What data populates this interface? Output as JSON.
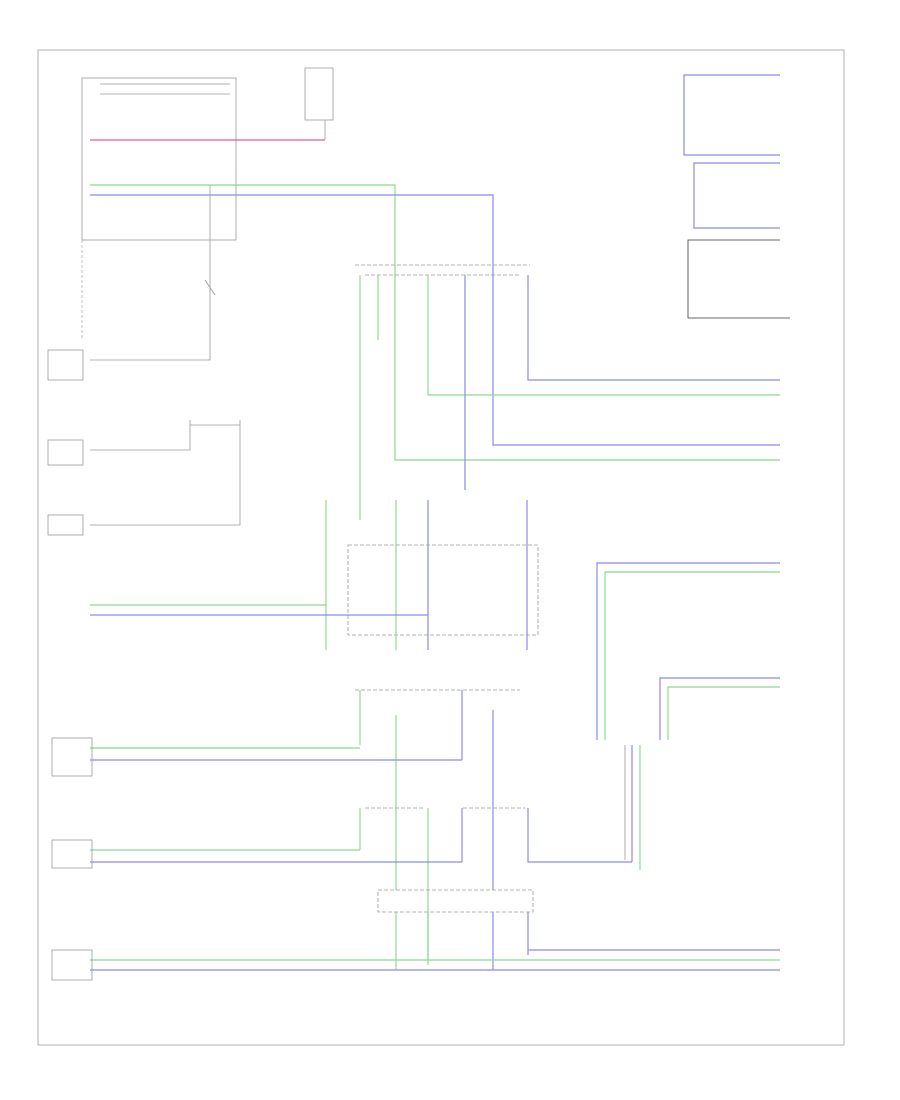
{
  "diagram": {
    "footer_code": "",
    "wire_colors": {
      "green": "#8fd88f",
      "blue": "#8a8af0",
      "pink": "#e05a9a",
      "black": "#3a3a3a",
      "gray": "#9a9a9a"
    }
  },
  "components": [
    {
      "id": "left-module-top",
      "label": ""
    },
    {
      "id": "top-relay",
      "label": ""
    },
    {
      "id": "left-module-1",
      "label": ""
    },
    {
      "id": "left-module-2",
      "label": ""
    },
    {
      "id": "left-module-3",
      "label": ""
    },
    {
      "id": "left-module-4",
      "label": ""
    },
    {
      "id": "left-module-5",
      "label": ""
    },
    {
      "id": "left-module-6",
      "label": ""
    },
    {
      "id": "left-module-7",
      "label": ""
    },
    {
      "id": "right-module-1",
      "label": ""
    },
    {
      "id": "right-module-2",
      "label": ""
    },
    {
      "id": "right-module-3",
      "label": ""
    }
  ]
}
